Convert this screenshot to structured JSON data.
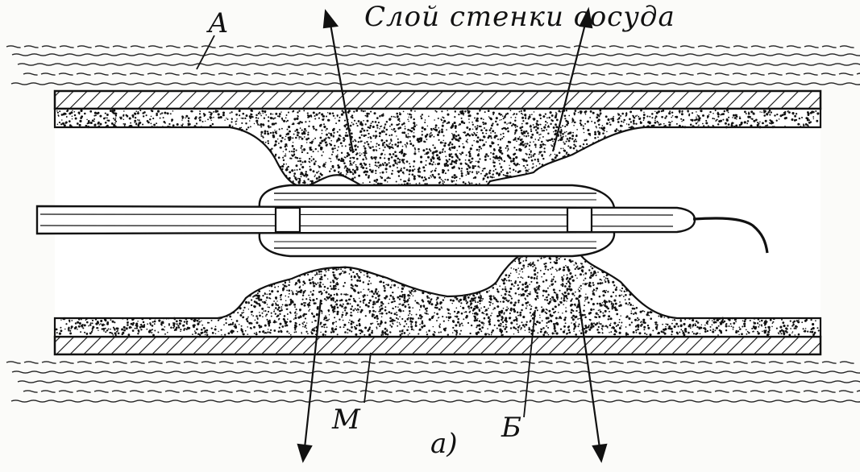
{
  "labels": {
    "title": "Слой стенки сосуда",
    "a": "А",
    "m": "М",
    "b": "Б",
    "sub": "а)"
  },
  "colors": {
    "ink": "#111111",
    "paper": "#fbfbf9",
    "plaque": "#ffffff"
  }
}
